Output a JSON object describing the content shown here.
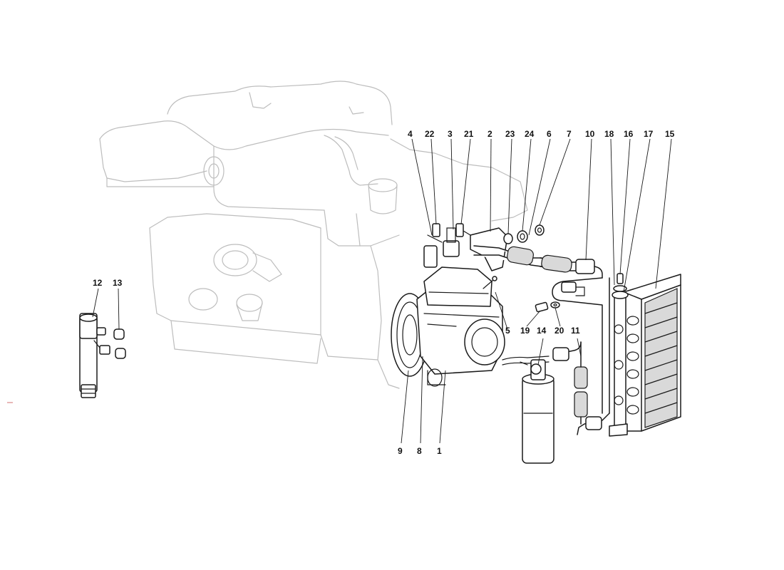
{
  "callouts": [
    {
      "id": "c1",
      "label": "1"
    },
    {
      "id": "c2",
      "label": "2"
    },
    {
      "id": "c3",
      "label": "3"
    },
    {
      "id": "c4",
      "label": "4"
    },
    {
      "id": "c5",
      "label": "5"
    },
    {
      "id": "c6",
      "label": "6"
    },
    {
      "id": "c7",
      "label": "7"
    },
    {
      "id": "c8",
      "label": "8"
    },
    {
      "id": "c9",
      "label": "9"
    },
    {
      "id": "c10",
      "label": "10"
    },
    {
      "id": "c11",
      "label": "11"
    },
    {
      "id": "c12",
      "label": "12"
    },
    {
      "id": "c13",
      "label": "13"
    },
    {
      "id": "c14",
      "label": "14"
    },
    {
      "id": "c15",
      "label": "15"
    },
    {
      "id": "c16",
      "label": "16"
    },
    {
      "id": "c17",
      "label": "17"
    },
    {
      "id": "c18",
      "label": "18"
    },
    {
      "id": "c19",
      "label": "19"
    },
    {
      "id": "c20",
      "label": "20"
    },
    {
      "id": "c21",
      "label": "21"
    },
    {
      "id": "c22",
      "label": "22"
    },
    {
      "id": "c23",
      "label": "23"
    },
    {
      "id": "c24",
      "label": "24"
    }
  ],
  "colors": {
    "ink": "#1a1a1a",
    "engine_outline": "#bdbdbd",
    "background": "#ffffff"
  }
}
